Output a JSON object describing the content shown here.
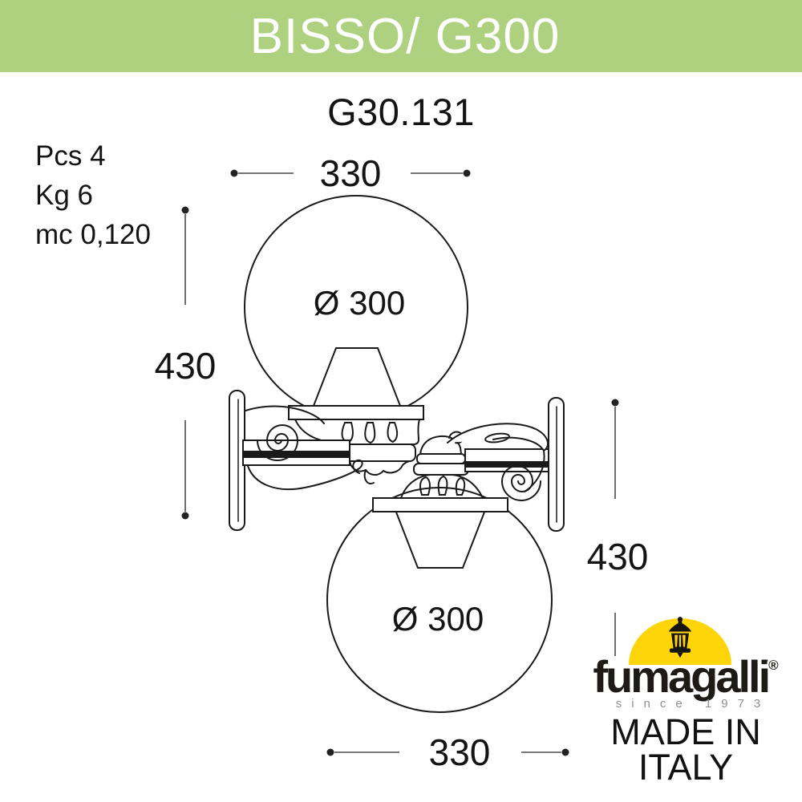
{
  "header": {
    "title": "BISSO/ G300",
    "bg_color": "#aed180",
    "text_color": "#ffffff"
  },
  "model": {
    "code": "G30.131"
  },
  "specs": {
    "lines": [
      "Pcs 4",
      "Kg 6",
      "mc 0,120"
    ]
  },
  "dimensions": {
    "top_width": "330",
    "left_height": "430",
    "right_height": "430",
    "bottom_width": "330",
    "upper_globe_diameter": "Ø 300",
    "lower_globe_diameter": "Ø 300"
  },
  "logo": {
    "brand": "fumagalli",
    "registered_mark": "®",
    "since": "since 1973",
    "made_in": "MADE IN",
    "country": "ITALY",
    "dome_color": "#ffd50a"
  },
  "drawing": {
    "line_color": "#1a1a1a",
    "dimension_line_color": "#4a4a4a"
  }
}
